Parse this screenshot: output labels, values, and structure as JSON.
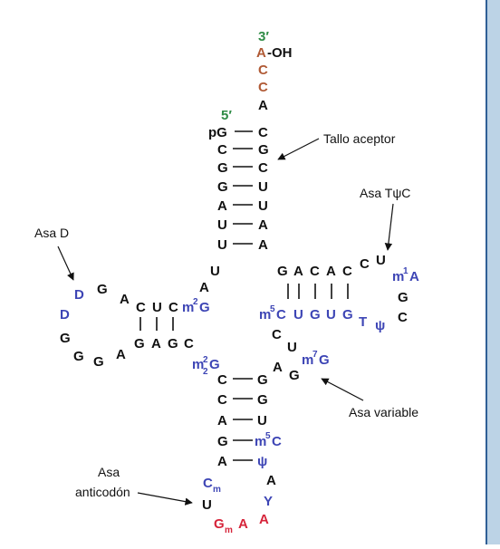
{
  "colors": {
    "black": "#111111",
    "blue": "#3d45b5",
    "red": "#d6243a",
    "brown": "#b05a35",
    "green": "#2e8b45",
    "sidebar": "#bcd3e6",
    "sidebar_line": "#2f5f96"
  },
  "labels": {
    "acceptor_stem": "Tallo aceptor",
    "t_loop": "Asa TψC",
    "d_loop": "Asa D",
    "variable_loop": "Asa variable",
    "anticodon_loop_line1": "Asa",
    "anticodon_loop_line2": "anticodón"
  },
  "acceptor": {
    "end3": "3′",
    "end5": "5′",
    "oh_a": "A",
    "oh_suffix": "-OH",
    "tail": [
      "C",
      "C",
      "A"
    ],
    "pairs": [
      {
        "l": "pG",
        "r": "C"
      },
      {
        "l": "C",
        "r": "G"
      },
      {
        "l": "G",
        "r": "C"
      },
      {
        "l": "G",
        "r": "U"
      },
      {
        "l": "A",
        "r": "U"
      },
      {
        "l": "U",
        "r": "A"
      },
      {
        "l": "U",
        "r": "A"
      }
    ]
  },
  "d_arm": {
    "junction": [
      "U",
      "A"
    ],
    "top_strand": [
      "C",
      "U",
      "C"
    ],
    "m2g": "m",
    "m2g_sup": "2",
    "m2g_g": "G",
    "bottom_strand": [
      "G",
      "A",
      "G",
      "C"
    ],
    "loop": [
      "A",
      "G",
      "D",
      "D",
      "G",
      "G",
      "G",
      "A"
    ]
  },
  "t_arm": {
    "top_strand": [
      "G",
      "A",
      "C",
      "A",
      "C"
    ],
    "m5c": "m",
    "m5c_sup": "5",
    "m5c_c": "C",
    "bottom_strand": [
      "U",
      "G",
      "U",
      "G"
    ],
    "loop": [
      "C",
      "U",
      "m1A",
      "G",
      "C",
      "ψ",
      "T"
    ],
    "m1a_m": "m",
    "m1a_sup": "1",
    "m1a_a": "A"
  },
  "variable": {
    "c": "C",
    "u": "U",
    "m7g_m": "m",
    "m7g_sup": "7",
    "m7g_g": "G",
    "a": "A",
    "g": "G"
  },
  "anticodon": {
    "m22g_m": "m",
    "m22g_sup": "2",
    "m22g_sub": "2",
    "m22g_g": "G",
    "pairs": [
      {
        "l": "C",
        "r": "G"
      },
      {
        "l": "C",
        "r": "G"
      },
      {
        "l": "A",
        "r": "U"
      },
      {
        "l": "G",
        "r": "m5C"
      },
      {
        "l": "A",
        "r": "ψ"
      }
    ],
    "m5c_m": "m",
    "m5c_sup": "5",
    "m5c_c": "C",
    "cm_c": "C",
    "cm_sub": "m",
    "u": "U",
    "gm_g": "G",
    "gm_sub": "m",
    "a1": "A",
    "a2": "A",
    "y": "Y",
    "a3": "A"
  }
}
